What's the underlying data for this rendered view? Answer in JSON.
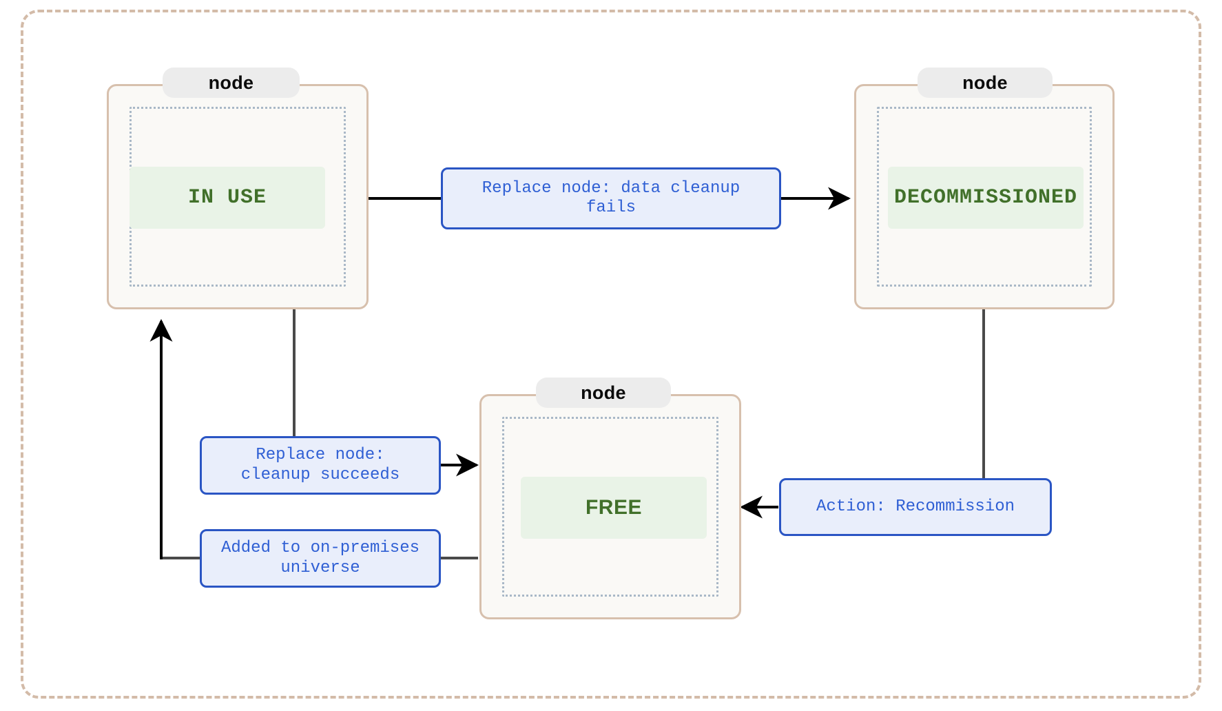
{
  "diagram": {
    "type": "state-diagram",
    "frame_style": "dash-dot-rounded",
    "colors": {
      "frame_border": "#d3bba8",
      "node_border": "#d7c0ad",
      "node_fill": "#faf9f6",
      "node_inner_border": "#a9b8c7",
      "node_pill_bg": "#ececec",
      "state_chip_bg": "#e9f3e7",
      "state_text": "#41702a",
      "edge_label_border": "#2a55c4",
      "edge_label_fill": "#e9eefb",
      "edge_label_text": "#2f5fd4",
      "arrow": "#000000",
      "connector": "#4a4a4a"
    }
  },
  "nodes": [
    {
      "id": "in-use",
      "pill_label": "node",
      "state_label": "IN USE"
    },
    {
      "id": "decommissioned",
      "pill_label": "node",
      "state_label": "DECOMMISSIONED"
    },
    {
      "id": "free",
      "pill_label": "node",
      "state_label": "FREE"
    }
  ],
  "edges": [
    {
      "id": "e1",
      "from": "IN USE",
      "to": "DECOMMISSIONED",
      "label": "Replace node: data cleanup\nfails"
    },
    {
      "id": "e2",
      "from": "IN USE",
      "to": "FREE",
      "label": "Replace node:\ncleanup succeeds"
    },
    {
      "id": "e3",
      "from": "FREE",
      "to": "IN USE",
      "label": "Added to on-premises\nuniverse"
    },
    {
      "id": "e4",
      "from": "DECOMMISSIONED",
      "to": "FREE",
      "label": "Action: Recommission"
    }
  ]
}
